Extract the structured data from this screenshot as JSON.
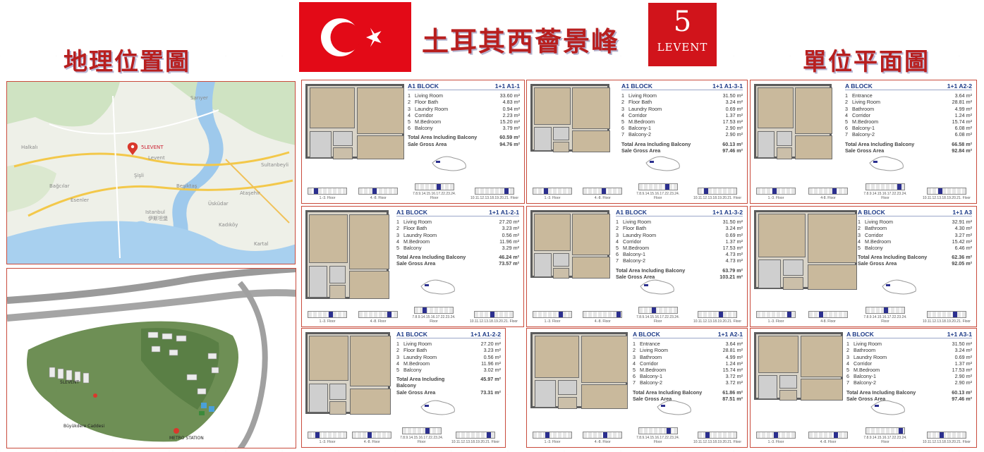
{
  "header": {
    "left_title": "地理位置圖",
    "center_title": "土耳其西薈景峰",
    "right_title": "單位平面圖",
    "brand_number": "5",
    "brand_word": "LEVENT",
    "flag_color": "#e30a17",
    "title_color": "#b81f1f"
  },
  "map": {
    "icon": "location-pin-icon",
    "labels": [
      "5LEVENT",
      "Levent",
      "Istanbul",
      "伊斯坦堡",
      "Şişli",
      "Beşiktaş",
      "Kadıköy",
      "Bağcılar",
      "Esenler",
      "Ataşehir",
      "Üsküdar",
      "Sarıyer",
      "Halkalı",
      "Sultanbeyli",
      "Kartal"
    ]
  },
  "site": {
    "labels": [
      "5LEVENT",
      "METRO STATION",
      "Büyükdere Caddesi"
    ]
  },
  "units": [
    {
      "block": "A1 BLOCK",
      "type": "1+1 A1-1",
      "rooms": [
        {
          "n": "1",
          "name": "Living Room",
          "area": "33.60 m²"
        },
        {
          "n": "2",
          "name": "Floor Bath",
          "area": "4.83 m²"
        },
        {
          "n": "3",
          "name": "Laundry Room",
          "area": "0.94 m²"
        },
        {
          "n": "4",
          "name": "Corridor",
          "area": "2.23 m²"
        },
        {
          "n": "5",
          "name": "M.Bedroom",
          "area": "15.20 m²"
        },
        {
          "n": "6",
          "name": "Balcony",
          "area": "3.79 m²"
        }
      ],
      "total_label": "Total Area Including Balcony",
      "total": "60.59 m²",
      "gross_label": "Sale Gross Area",
      "gross": "94.76 m²",
      "floors": [
        "1.-3. Floor",
        "4.-8. Floor",
        "7.8.9.14.15.16.17.22.23.24. Floor",
        "10.11.12.13.18.19.20.21. Floor"
      ]
    },
    {
      "block": "A1 BLOCK",
      "type": "1+1 A1-3-1",
      "rooms": [
        {
          "n": "1",
          "name": "Living Room",
          "area": "31.50 m²"
        },
        {
          "n": "2",
          "name": "Floor Bath",
          "area": "3.24 m²"
        },
        {
          "n": "3",
          "name": "Laundry Room",
          "area": "0.69 m²"
        },
        {
          "n": "4",
          "name": "Corridor",
          "area": "1.37 m²"
        },
        {
          "n": "5",
          "name": "M.Bedroom",
          "area": "17.53 m²"
        },
        {
          "n": "6",
          "name": "Balcony-1",
          "area": "2.90 m²"
        },
        {
          "n": "7",
          "name": "Balcony-2",
          "area": "2.90 m²"
        }
      ],
      "total_label": "Total Area Including Balcony",
      "total": "60.13 m²",
      "gross_label": "Sale Gross Area",
      "gross": "97.46 m²",
      "floors": [
        "1.-3. Floor",
        "4.-8. Floor",
        "7.8.9.14.15.16.17.22.23.24. Floor",
        "10.11.12.13.18.19.20.21. Floor"
      ]
    },
    {
      "block": "A BLOCK",
      "type": "1+1 A2-2",
      "rooms": [
        {
          "n": "1",
          "name": "Entrance",
          "area": "3.64 m²"
        },
        {
          "n": "2",
          "name": "Living Room",
          "area": "28.81 m²"
        },
        {
          "n": "3",
          "name": "Bathroom",
          "area": "4.99 m²"
        },
        {
          "n": "4",
          "name": "Corridor",
          "area": "1.24 m²"
        },
        {
          "n": "5",
          "name": "M.Bedroom",
          "area": "15.74 m²"
        },
        {
          "n": "6",
          "name": "Balcony-1",
          "area": "6.08 m²"
        },
        {
          "n": "7",
          "name": "Balcony-2",
          "area": "6.08 m²"
        }
      ],
      "total_label": "Total Area Including Balcony",
      "total": "66.58 m²",
      "gross_label": "Sale Gross Area",
      "gross": "92.84 m²",
      "floors": [
        "1.-3. Floor",
        "4-8. Floor",
        "7.8.9.14.15.16.17.22.23.24. Floor",
        "10.11.12.13.18.19.20.21. Floor"
      ]
    },
    {
      "block": "A1 BLOCK",
      "type": "1+1 A1-2-1",
      "rooms": [
        {
          "n": "1",
          "name": "Living Room",
          "area": "27.20 m²"
        },
        {
          "n": "2",
          "name": "Floor Bath",
          "area": "3.23 m²"
        },
        {
          "n": "3",
          "name": "Laundry Room",
          "area": "0.56 m²"
        },
        {
          "n": "4",
          "name": "M.Bedroom",
          "area": "11.96 m²"
        },
        {
          "n": "5",
          "name": "Balcony",
          "area": "3.29 m²"
        }
      ],
      "total_label": "Total Area Including Balcony",
      "total": "46.24 m²",
      "gross_label": "Sale Gross Area",
      "gross": "73.57 m²",
      "floors": [
        "1.-3. Floor",
        "4.-8. Floor",
        "7.8.9.14.15.16.17.22.23.24. Floor",
        "10.11.12.13.18.19.20.21. Floor"
      ]
    },
    {
      "block": "A1 BLOCK",
      "type": "1+1 A1-3-2",
      "rooms": [
        {
          "n": "1",
          "name": "Living Room",
          "area": "31.50 m²"
        },
        {
          "n": "2",
          "name": "Floor Bath",
          "area": "3.24 m²"
        },
        {
          "n": "3",
          "name": "Laundry Room",
          "area": "0.69 m²"
        },
        {
          "n": "4",
          "name": "Corridor",
          "area": "1.37 m²"
        },
        {
          "n": "5",
          "name": "M.Bedroom",
          "area": "17.53 m²"
        },
        {
          "n": "6",
          "name": "Balcony-1",
          "area": "4.73 m²"
        },
        {
          "n": "7",
          "name": "Balcony-2",
          "area": "4.73 m²"
        }
      ],
      "total_label": "Total Area Including Balcony",
      "total": "63.79 m²",
      "gross_label": "Sale Gross Area",
      "gross": "103.21 m²",
      "floors": [
        "1.-3. Floor",
        "4.-8. Floor",
        "7.8.9.14.15.16.17.22.23.24. Floor",
        "10.11.12.13.18.19.20.21. Floor"
      ]
    },
    {
      "block": "A BLOCK",
      "type": "1+1 A3",
      "rooms": [
        {
          "n": "1",
          "name": "Living Room",
          "area": "32.91 m²"
        },
        {
          "n": "2",
          "name": "Bathroom",
          "area": "4.30 m²"
        },
        {
          "n": "3",
          "name": "Corridor",
          "area": "3.27 m²"
        },
        {
          "n": "4",
          "name": "M.Bedroom",
          "area": "15.42 m²"
        },
        {
          "n": "5",
          "name": "Balcony",
          "area": "6.46 m²"
        }
      ],
      "total_label": "Total Area Including Balcony",
      "total": "62.36 m²",
      "gross_label": "Sale Gross Area",
      "gross": "92.05 m²",
      "floors": [
        "1.-3. Floor",
        "4-8. Floor",
        "7.8.9.14.15.16.17.22.23.24. Floor",
        "10.11.12.13.18.19.20.21. Floor"
      ]
    },
    {
      "block": "A1 BLOCK",
      "type": "1+1 A1-2-2",
      "rooms": [
        {
          "n": "1",
          "name": "Living Room",
          "area": "27.20 m²"
        },
        {
          "n": "2",
          "name": "Floor Bath",
          "area": "3.23 m²"
        },
        {
          "n": "3",
          "name": "Laundry Room",
          "area": "0.56 m²"
        },
        {
          "n": "4",
          "name": "M.Bedroom",
          "area": "11.96 m²"
        },
        {
          "n": "5",
          "name": "Balcony",
          "area": "3.02 m²"
        }
      ],
      "total_label": "Total Area Including Balcony",
      "total": "45.97 m²",
      "gross_label": "Sale Gross Area",
      "gross": "73.31 m²",
      "floors": [
        "1.-3. Floor",
        "4.-8. Floor",
        "7.8.9.14.15.16.17.22.23.24. Floor",
        "10.11.12.13.18.19.20.21. Floor"
      ]
    },
    {
      "block": "A BLOCK",
      "type": "1+1 A2-1",
      "rooms": [
        {
          "n": "1",
          "name": "Entrance",
          "area": "3.64 m²"
        },
        {
          "n": "2",
          "name": "Living Room",
          "area": "28.81 m²"
        },
        {
          "n": "3",
          "name": "Bathroom",
          "area": "4.99 m²"
        },
        {
          "n": "4",
          "name": "Corridor",
          "area": "1.24 m²"
        },
        {
          "n": "5",
          "name": "M.Bedroom",
          "area": "15.74 m²"
        },
        {
          "n": "6",
          "name": "Balcony-1",
          "area": "3.72 m²"
        },
        {
          "n": "7",
          "name": "Balcony-2",
          "area": "3.72 m²"
        }
      ],
      "total_label": "Total Area Including Balcony",
      "total": "61.86 m²",
      "gross_label": "Sale Gross Area",
      "gross": "87.51 m²",
      "floors": [
        "1.-3. Floor",
        "4.-8. Floor",
        "7.8.9.14.15.16.17.22.23.24. Floor",
        "10.11.12.13.18.19.20.21. Floor"
      ]
    },
    {
      "block": "A BLOCK",
      "type": "1+1 A3-1",
      "rooms": [
        {
          "n": "1",
          "name": "Living Room",
          "area": "31.50 m²"
        },
        {
          "n": "2",
          "name": "Bathroom",
          "area": "3.24 m²"
        },
        {
          "n": "3",
          "name": "Laundry Room",
          "area": "0.69 m²"
        },
        {
          "n": "4",
          "name": "Corridor",
          "area": "1.37 m²"
        },
        {
          "n": "5",
          "name": "M.Bedroom",
          "area": "17.53 m²"
        },
        {
          "n": "6",
          "name": "Balcony-1",
          "area": "2.90 m²"
        },
        {
          "n": "7",
          "name": "Balcony-2",
          "area": "2.90 m²"
        }
      ],
      "total_label": "Total Area Including Balcony",
      "total": "60.13 m²",
      "gross_label": "Sale Gross Area",
      "gross": "97.46 m²",
      "floors": [
        "1.-3. Floor",
        "4.-8. Floor",
        "7.8.9.14.15.16.17.22.23.24. Floor",
        "10.11.12.13.18.19.20.21. Floor"
      ]
    }
  ]
}
